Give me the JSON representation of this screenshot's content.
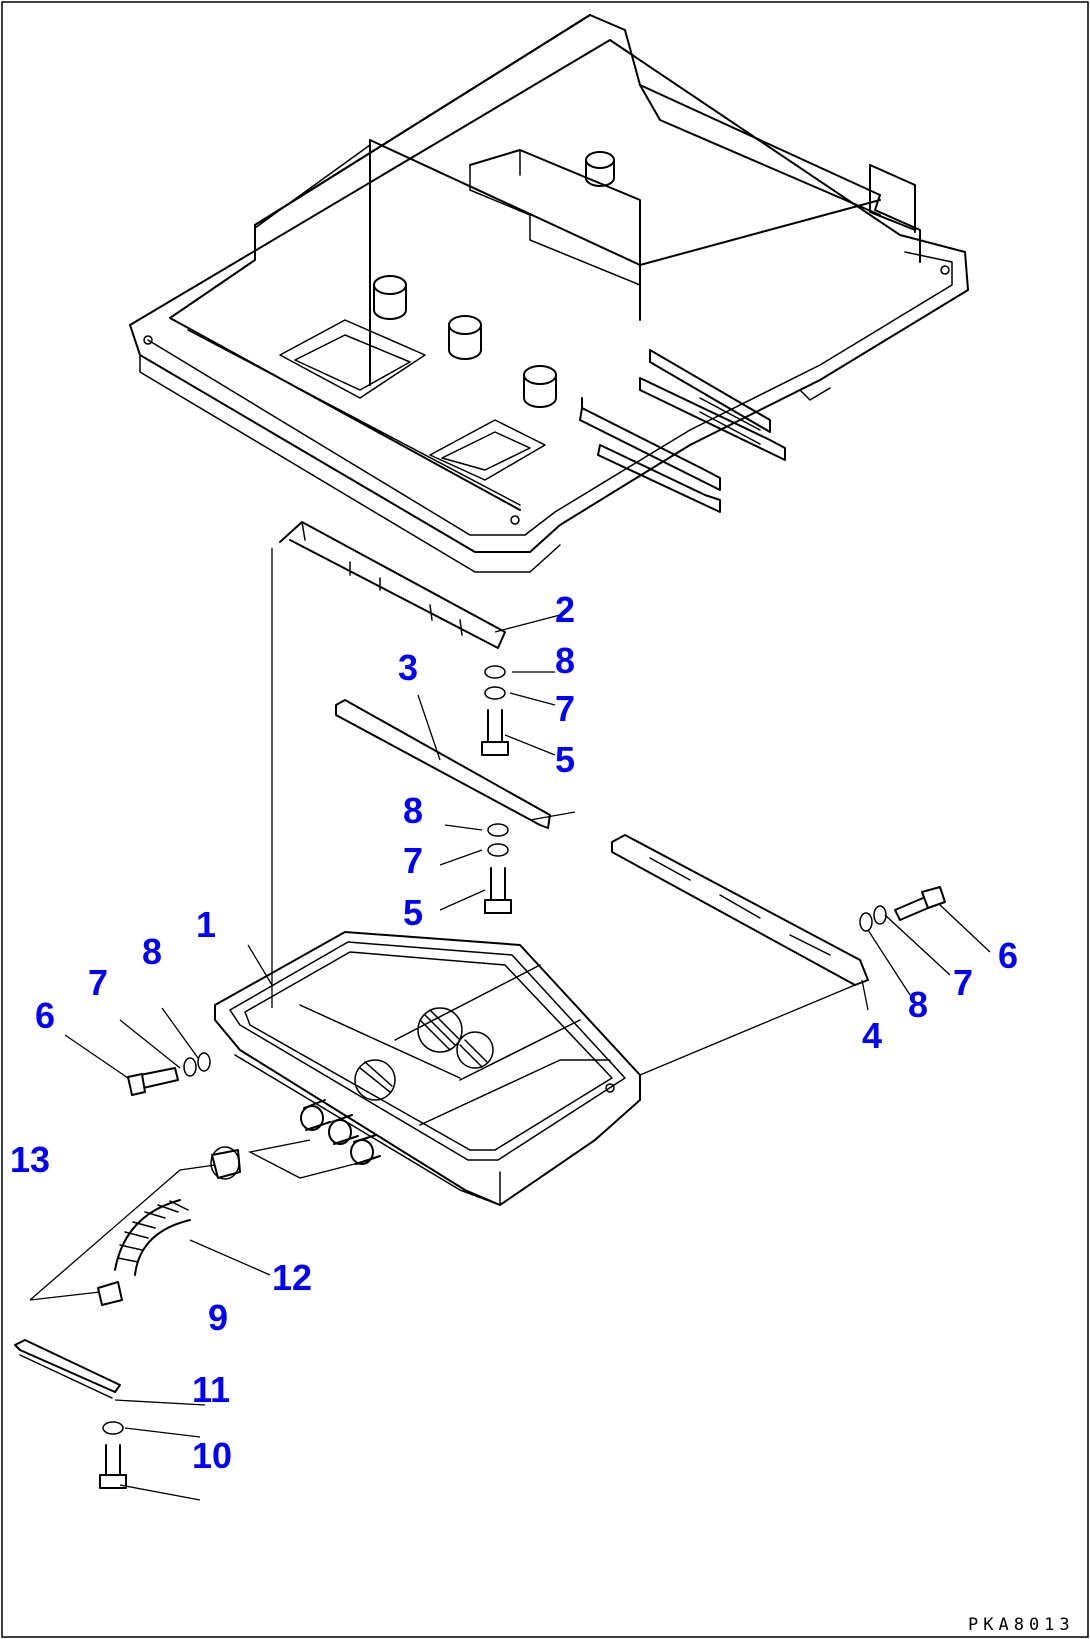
{
  "drawing_code": "PKA8013",
  "colors": {
    "callout": "#0000ff",
    "line": "#000000",
    "background": "#ffffff"
  },
  "callouts": [
    {
      "id": "c2a",
      "text": "2"
    },
    {
      "id": "c8a",
      "text": "8"
    },
    {
      "id": "c3",
      "text": "3"
    },
    {
      "id": "c7a",
      "text": "7"
    },
    {
      "id": "c5a",
      "text": "5"
    },
    {
      "id": "c8b",
      "text": "8"
    },
    {
      "id": "c7b",
      "text": "7"
    },
    {
      "id": "c5b",
      "text": "5"
    },
    {
      "id": "c1",
      "text": "1"
    },
    {
      "id": "c8c",
      "text": "8"
    },
    {
      "id": "c7c",
      "text": "7"
    },
    {
      "id": "c6a",
      "text": "6"
    },
    {
      "id": "c6b",
      "text": "6"
    },
    {
      "id": "c7d",
      "text": "7"
    },
    {
      "id": "c8d",
      "text": "8"
    },
    {
      "id": "c4",
      "text": "4"
    },
    {
      "id": "c13",
      "text": "13"
    },
    {
      "id": "c12",
      "text": "12"
    },
    {
      "id": "c9",
      "text": "9"
    },
    {
      "id": "c11",
      "text": "11"
    },
    {
      "id": "c10",
      "text": "10"
    }
  ]
}
